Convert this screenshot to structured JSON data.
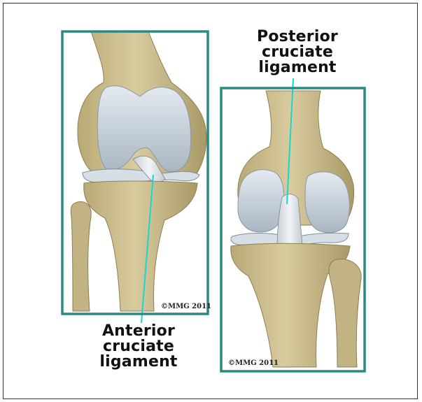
{
  "labels": {
    "posterior": [
      "Posterior",
      "cruciate",
      "ligament"
    ],
    "anterior": [
      "Anterior",
      "cruciate",
      "ligament"
    ]
  },
  "copyright": {
    "left": "©MMG 2011",
    "right": "©MMG 2011"
  },
  "colors": {
    "frame": "#2a8a82",
    "pointer": "#19d6d2",
    "bone": "#cdbf8f",
    "bone_shadow": "#a89a66",
    "cartilage": "#c9d3dc",
    "ligament": "#dfe6ea"
  }
}
